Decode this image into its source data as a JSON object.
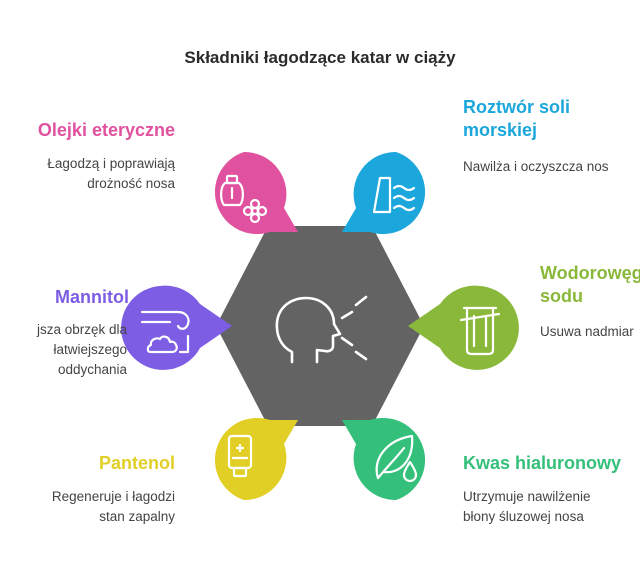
{
  "title": "Składniki łagodzące katar w ciąży",
  "items": [
    {
      "label_lines": [
        "Olejki eteryczne"
      ],
      "desc_lines": [
        "Łagodzą i poprawiają",
        "drożność nosa"
      ],
      "color": "#e0519f",
      "icon": "essential-oil-flower-icon"
    },
    {
      "label_lines": [
        "Roztwór soli",
        "morskiej"
      ],
      "desc_lines": [
        "Nawilża i oczyszcza nos"
      ],
      "color": "#1ba7dc",
      "icon": "cliff-waves-icon"
    },
    {
      "label_lines": [
        "Mannitol"
      ],
      "desc_lines": [
        "jsza obrzęk dla",
        "łatwiejszego",
        "oddychania"
      ],
      "color": "#7c5de3",
      "icon": "wind-cloud-icon"
    },
    {
      "label_lines": [
        "Wodorowęg",
        "sodu"
      ],
      "desc_lines": [
        "Usuwa nadmiar"
      ],
      "color": "#8ab83a",
      "icon": "container-icon"
    },
    {
      "label_lines": [
        "Pantenol"
      ],
      "desc_lines": [
        "Regeneruje i łagodzi",
        "stan zapalny"
      ],
      "color": "#e2cf26",
      "icon": "cream-tube-icon"
    },
    {
      "label_lines": [
        "Kwas hialuronowy"
      ],
      "desc_lines": [
        "Utrzymuje nawilżenie",
        "błony śluzowej nosa"
      ],
      "color": "#34c07a",
      "icon": "leaf-droplet-icon"
    }
  ],
  "hub": {
    "color": "#636363",
    "icon": "head-breathing-icon"
  }
}
